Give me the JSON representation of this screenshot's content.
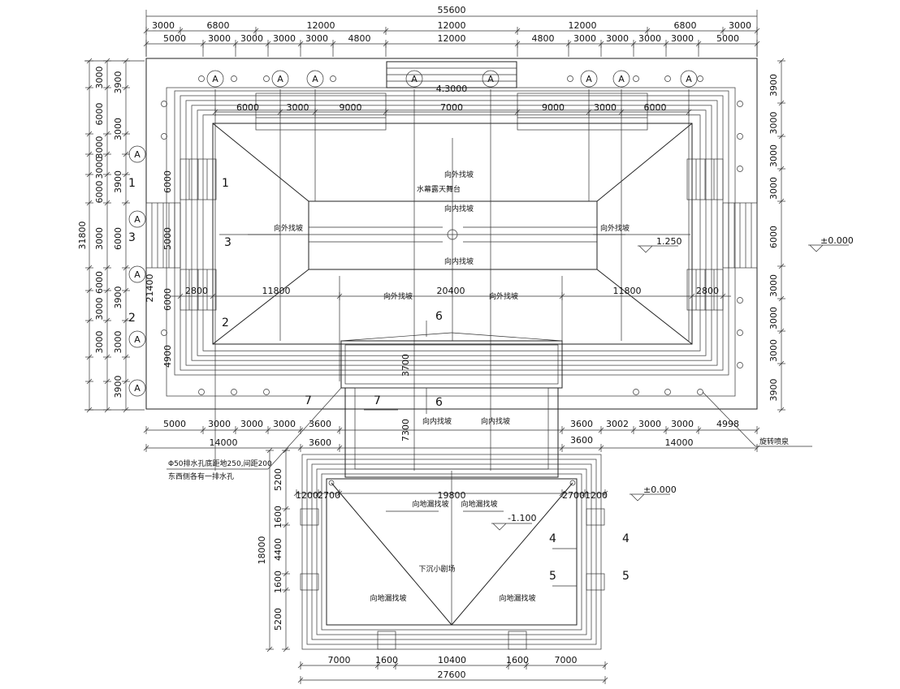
{
  "drawing": {
    "total_width": "55600",
    "top_row_1": [
      "3000",
      "6800",
      "12000",
      "12000",
      "12000",
      "6800",
      "3000"
    ],
    "top_row_2": [
      "5000",
      "3000",
      "3000",
      "3000",
      "3000",
      "4800",
      "12000",
      "4800",
      "3000",
      "3000",
      "3000",
      "3000",
      "5000"
    ],
    "top_inner": [
      "6000",
      "3000",
      "9000",
      "7000",
      "9000",
      "3000",
      "6000"
    ],
    "top_center_label": "4.3000",
    "left_total": "31800",
    "left_outer": [
      "3000",
      "6000",
      "3000",
      "3000",
      "6000",
      "3000",
      "6000",
      "3000",
      "3000"
    ],
    "left_inner": [
      "3900",
      "3000",
      "3900",
      "6000",
      "3900",
      "3000",
      "3900"
    ],
    "left_inner_b": [
      "6000",
      "5000",
      "6000",
      "4900"
    ],
    "left_21400": "21400",
    "right_dims": [
      "3900",
      "3000",
      "3000",
      "3000",
      "6000",
      "3000",
      "3000",
      "3000",
      "3900"
    ],
    "mid_row": [
      "2800",
      "11800",
      "20400",
      "11800",
      "2800"
    ],
    "bottom_row_left": [
      "5000",
      "3000",
      "3000",
      "3000",
      "3600"
    ],
    "bottom_row_right": [
      "3600",
      "3002",
      "3000",
      "3000",
      "4998"
    ],
    "bottom_totals": [
      "14000",
      "3600",
      "3600",
      "14000"
    ],
    "sub_dims": {
      "d3700": "3700",
      "d7300": "7300",
      "d19800": "19800",
      "d1200a": "1200",
      "d2700a": "2700",
      "d2700b": "2700",
      "d1200b": "1200",
      "d18000": "18000",
      "d5200a": "5200",
      "d1600a": "1600",
      "d4400": "4400",
      "d1600b": "1600",
      "d5200b": "5200",
      "bot": [
        "7000",
        "1600",
        "10400",
        "1600",
        "7000"
      ],
      "bot_total": "27600"
    },
    "labels": {
      "stage": "水幕露天舞台",
      "slope_out": "向外找坡",
      "slope_in": "向内找坡",
      "slope_drain": "向地漏找坡",
      "sunken_plaza": "下沉小剧场",
      "fountain": "旋转喷泉",
      "drain_note_1": "Φ50排水孔底距地250,间距200",
      "drain_note_2": "东西侧各有一排水孔",
      "elev_pos": "1.250",
      "elev_zero": "±0.000",
      "elev_neg": "-1.100",
      "grid_a": "A",
      "sec1": "1",
      "sec2": "2",
      "sec3": "3",
      "sec4": "4",
      "sec5": "5",
      "sec6": "6",
      "sec7": "7"
    }
  }
}
